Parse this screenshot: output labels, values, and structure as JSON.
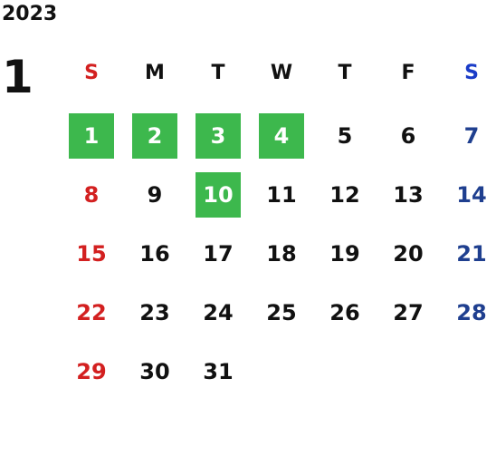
{
  "year": "2023",
  "month": "1",
  "colors": {
    "sunday": "#d32020",
    "saturday_header": "#1a3cc8",
    "saturday_day": "#1f3f8f",
    "weekday": "#111111",
    "highlight_bg": "#3db84d",
    "highlight_text": "#ffffff"
  },
  "weekdays": [
    "S",
    "M",
    "T",
    "W",
    "T",
    "F",
    "S"
  ],
  "weeks": [
    [
      {
        "d": "1",
        "hl": true
      },
      {
        "d": "2",
        "hl": true
      },
      {
        "d": "3",
        "hl": true
      },
      {
        "d": "4",
        "hl": true
      },
      {
        "d": "5",
        "hl": false
      },
      {
        "d": "6",
        "hl": false
      },
      {
        "d": "7",
        "hl": false
      }
    ],
    [
      {
        "d": "8",
        "hl": false
      },
      {
        "d": "9",
        "hl": false
      },
      {
        "d": "10",
        "hl": true
      },
      {
        "d": "11",
        "hl": false
      },
      {
        "d": "12",
        "hl": false
      },
      {
        "d": "13",
        "hl": false
      },
      {
        "d": "14",
        "hl": false
      }
    ],
    [
      {
        "d": "15",
        "hl": false
      },
      {
        "d": "16",
        "hl": false
      },
      {
        "d": "17",
        "hl": false
      },
      {
        "d": "18",
        "hl": false
      },
      {
        "d": "19",
        "hl": false
      },
      {
        "d": "20",
        "hl": false
      },
      {
        "d": "21",
        "hl": false
      }
    ],
    [
      {
        "d": "22",
        "hl": false
      },
      {
        "d": "23",
        "hl": false
      },
      {
        "d": "24",
        "hl": false
      },
      {
        "d": "25",
        "hl": false
      },
      {
        "d": "26",
        "hl": false
      },
      {
        "d": "27",
        "hl": false
      },
      {
        "d": "28",
        "hl": false
      }
    ],
    [
      {
        "d": "29",
        "hl": false
      },
      {
        "d": "30",
        "hl": false
      },
      {
        "d": "31",
        "hl": false
      }
    ]
  ]
}
